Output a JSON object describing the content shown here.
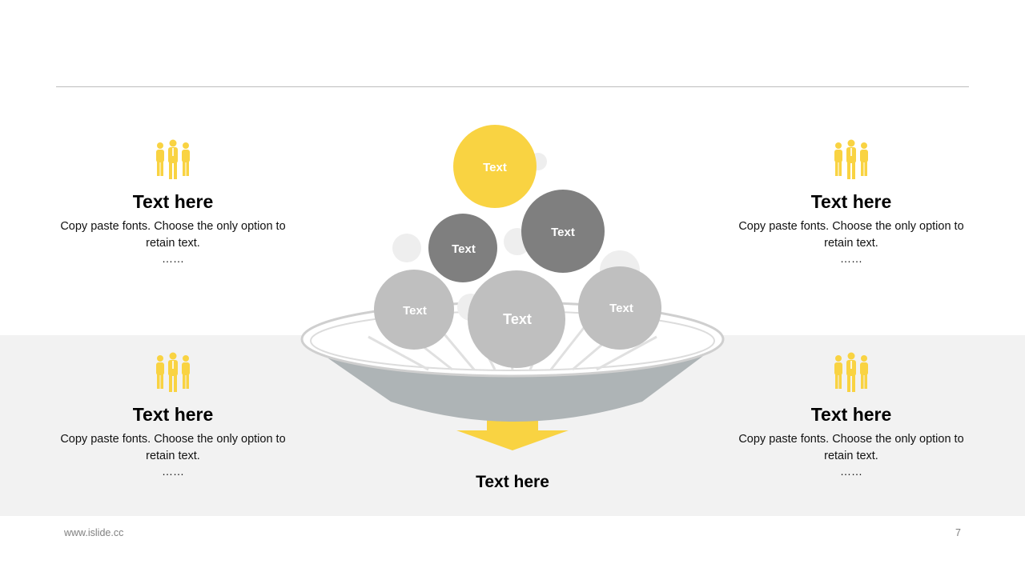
{
  "colors": {
    "accent": "#f9d342",
    "dark_gray": "#7f7f7f",
    "mid_gray": "#bfbfbf",
    "bowl": "#aeb4b6",
    "band": "#f2f2f2"
  },
  "blocks": [
    {
      "icon": "people-group-icon",
      "title": "Text here",
      "body": "Copy paste fonts. Choose the only option to retain text.",
      "dots": "……"
    },
    {
      "icon": "people-group-icon",
      "title": "Text here",
      "body": "Copy paste fonts. Choose the only option to retain text.",
      "dots": "……"
    },
    {
      "icon": "people-group-icon",
      "title": "Text here",
      "body": "Copy paste fonts. Choose the only option to retain text.",
      "dots": "……"
    },
    {
      "icon": "people-group-icon",
      "title": "Text here",
      "body": "Copy paste fonts. Choose the only option to retain text.",
      "dots": "……"
    }
  ],
  "diagram": {
    "balls": [
      "Text",
      "Text",
      "Text",
      "Text",
      "Text",
      "Text"
    ],
    "bottom_label": "Text here"
  },
  "footer": {
    "url": "www.islide.cc",
    "page": "7"
  }
}
